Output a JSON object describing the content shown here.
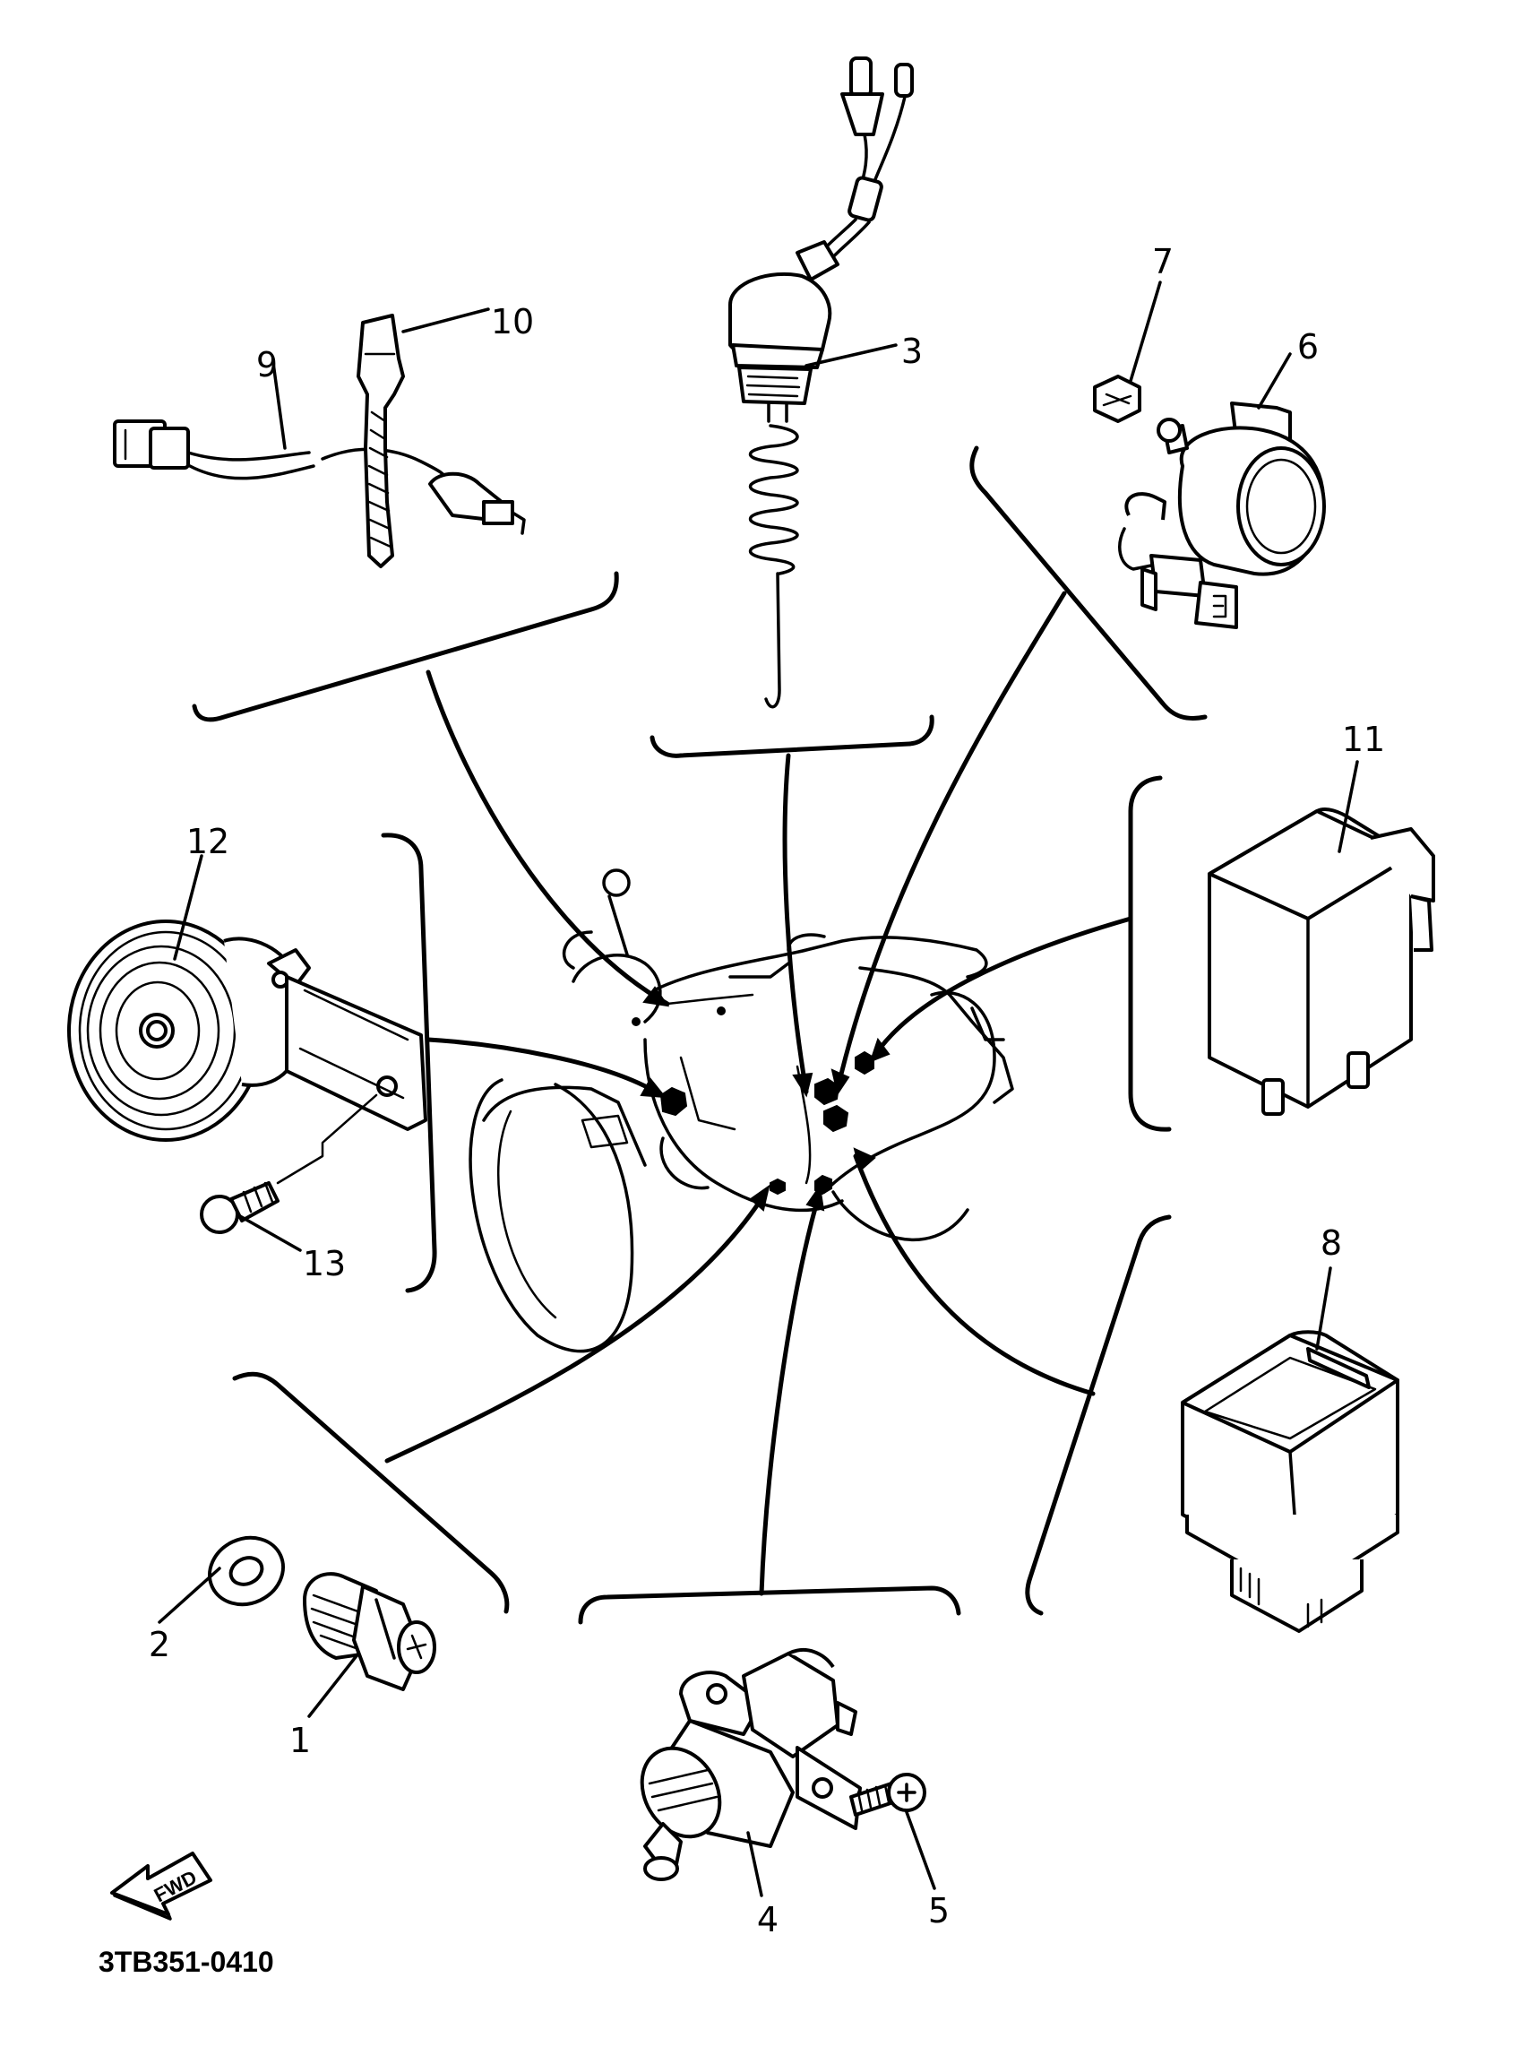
{
  "diagram": {
    "code": "3TB351-0410",
    "fwd_label": "FWD",
    "callouts": [
      {
        "id": "1",
        "label": "1"
      },
      {
        "id": "2",
        "label": "2"
      },
      {
        "id": "3",
        "label": "3"
      },
      {
        "id": "4",
        "label": "4"
      },
      {
        "id": "5",
        "label": "5"
      },
      {
        "id": "6",
        "label": "6"
      },
      {
        "id": "7",
        "label": "7"
      },
      {
        "id": "8",
        "label": "8"
      },
      {
        "id": "9",
        "label": "9"
      },
      {
        "id": "10",
        "label": "10"
      },
      {
        "id": "11",
        "label": "11"
      },
      {
        "id": "12",
        "label": "12"
      },
      {
        "id": "13",
        "label": "13"
      }
    ]
  }
}
